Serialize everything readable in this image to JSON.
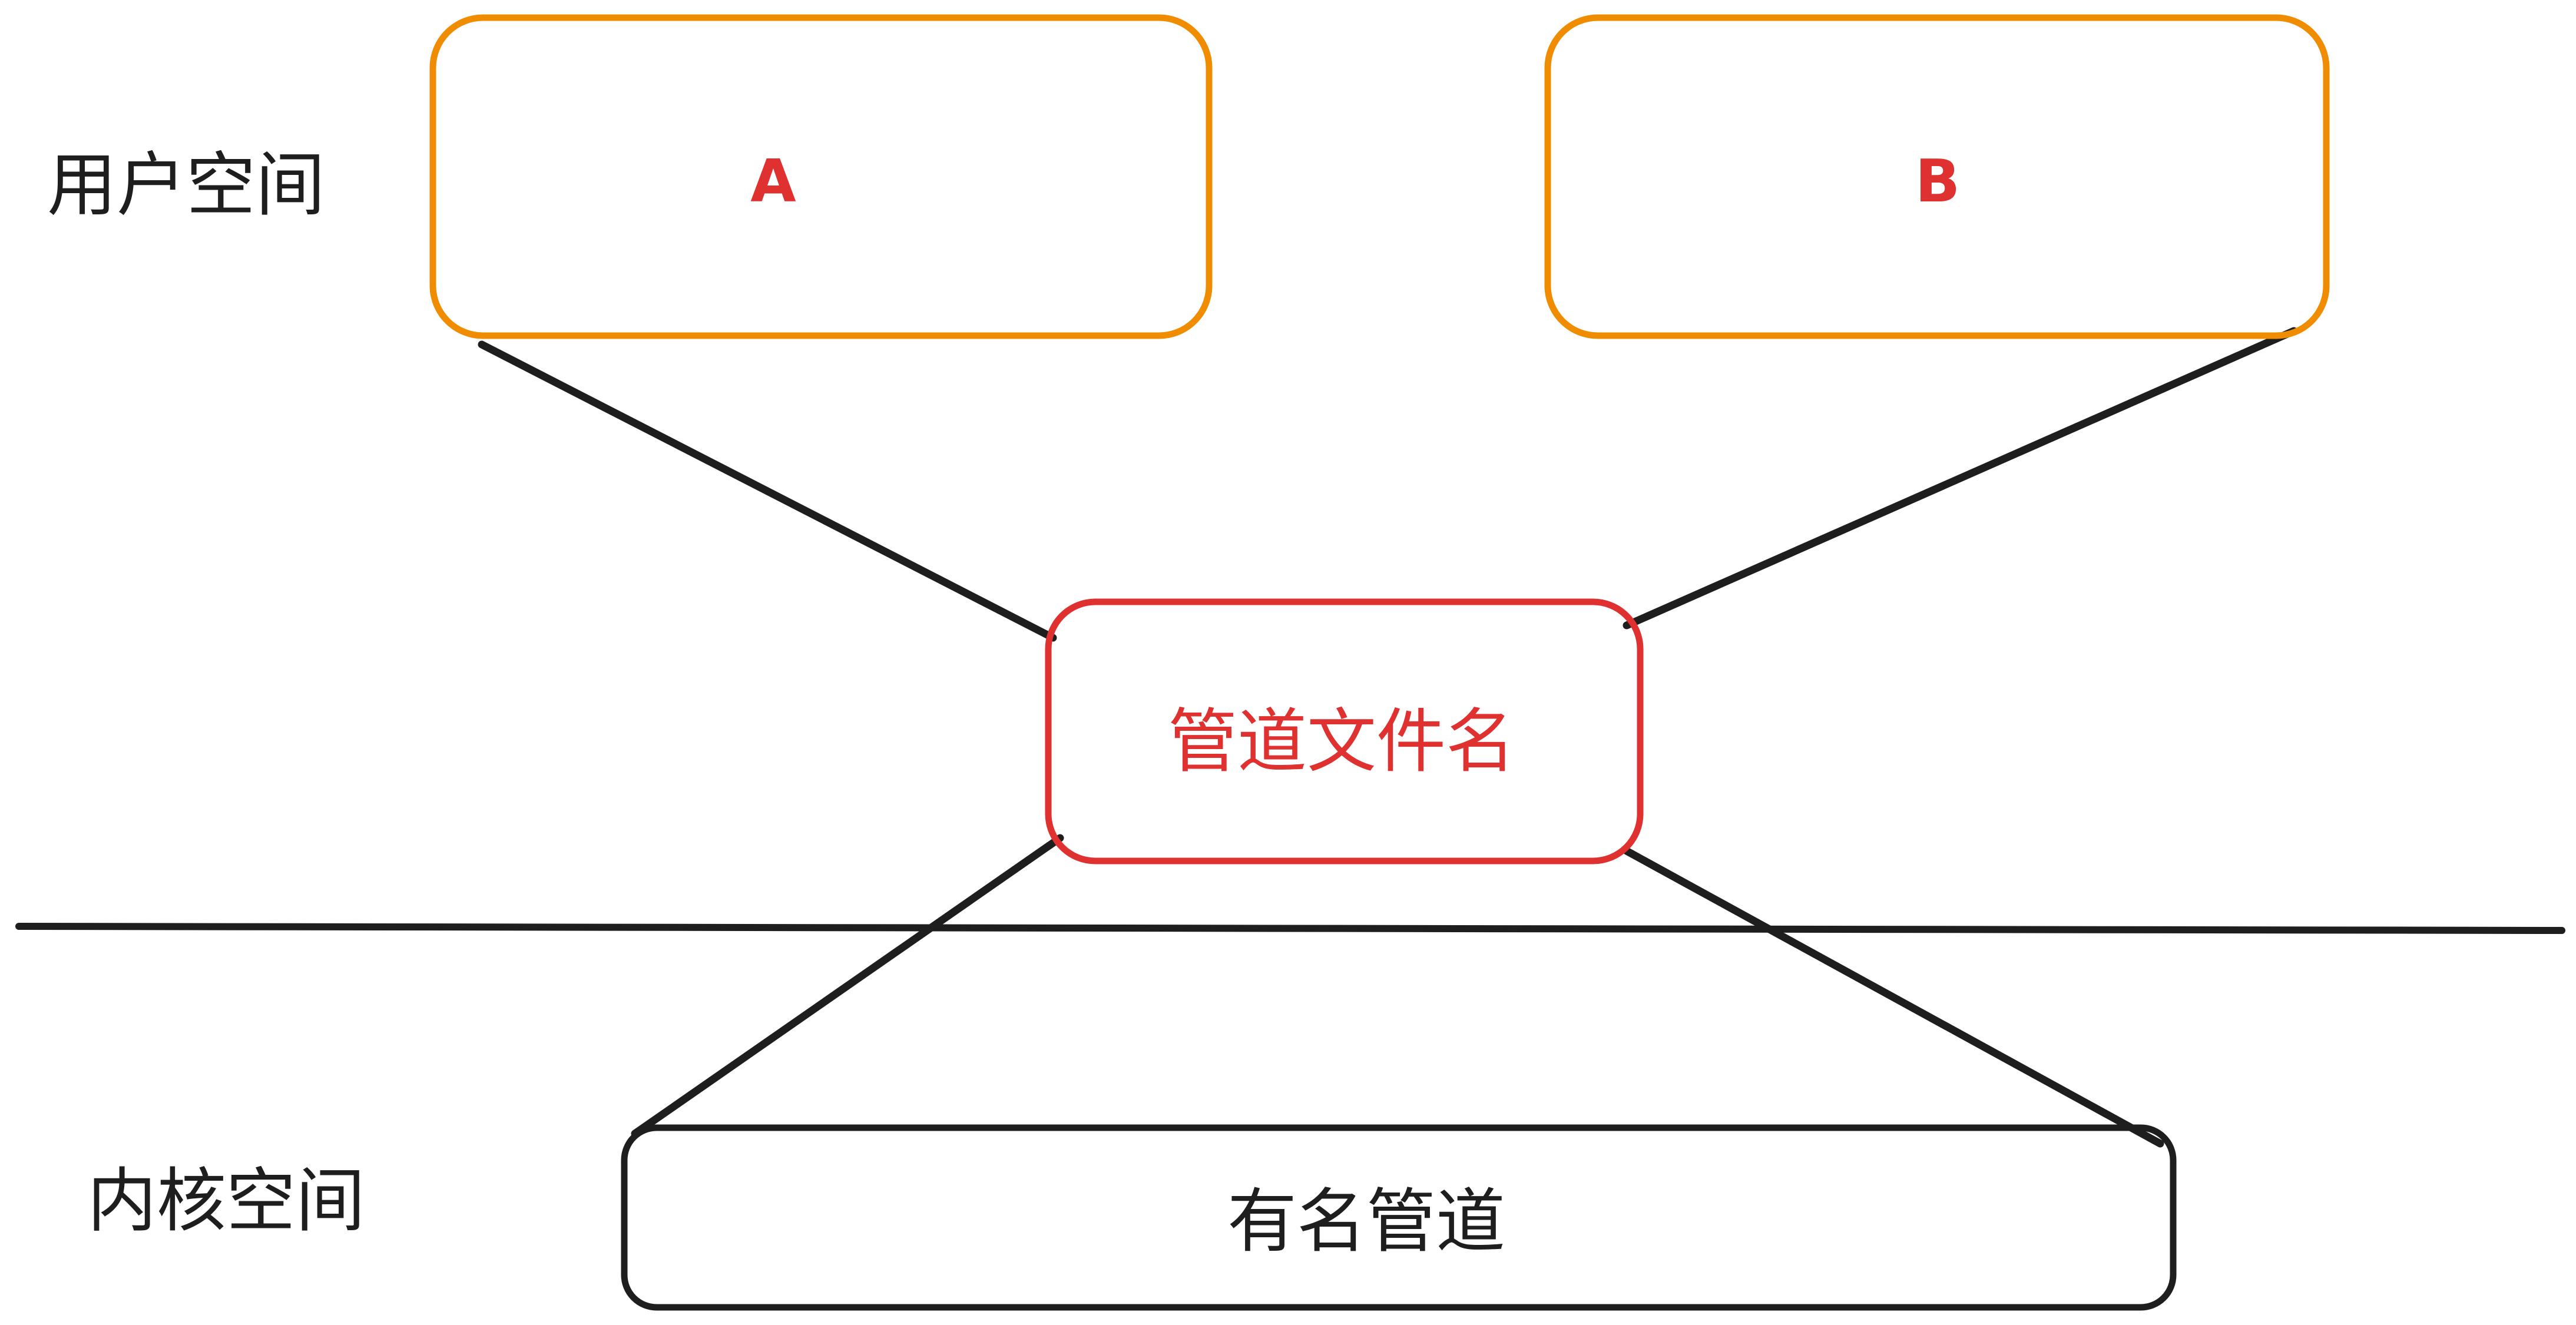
{
  "regions": {
    "user_space": "用户空间",
    "kernel_space": "内核空间"
  },
  "processes": {
    "a": "A",
    "b": "B"
  },
  "pipe_file": {
    "label": "管道文件名"
  },
  "kernel_pipe": {
    "label": "有名管道"
  },
  "colors": {
    "process_border": "#f08c00",
    "process_text": "#e03131",
    "pipe_file_border": "#e03131",
    "pipe_file_text": "#e03131",
    "lines": "#1e1e1e"
  }
}
